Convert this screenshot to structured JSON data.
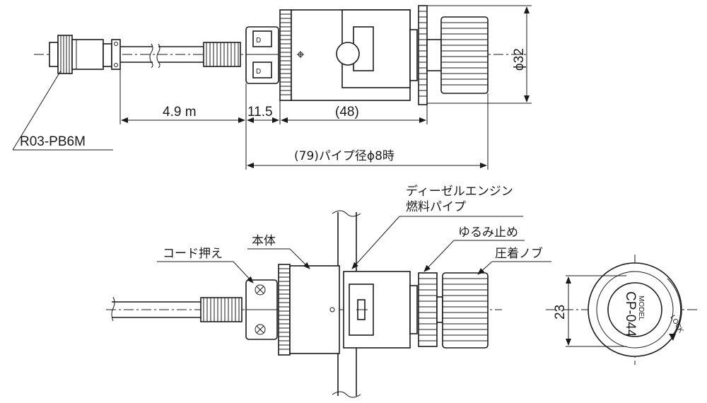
{
  "labels": {
    "connector": "R03-PB6M",
    "cord_clamp": "コード押え",
    "body": "本体",
    "fuel_pipe_line1": "ディーゼルエンジン",
    "fuel_pipe_line2": "燃料パイプ",
    "lock_nut": "ゆるみ止め",
    "pressure_knob": "圧着ノブ"
  },
  "dimensions": {
    "cable_length": "4.9 m",
    "clamp_length": "11.5",
    "body_length": "(48)",
    "total_length": "(79)パイプ径ϕ8時",
    "knob_diameter": "ϕ32",
    "front_width": "23"
  },
  "front_view": {
    "model_label": "MODEL",
    "model_number": "CP-044",
    "lock_label": "LOCK"
  }
}
